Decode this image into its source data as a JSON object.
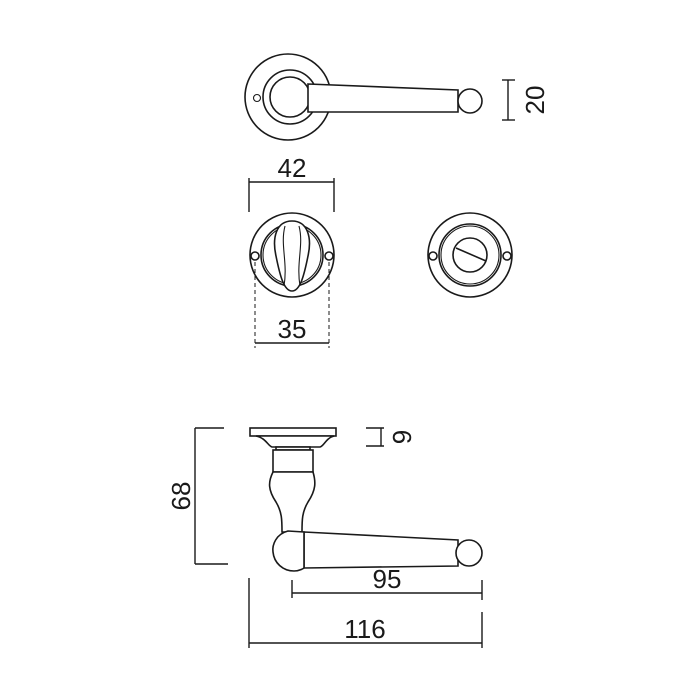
{
  "drawing": {
    "subject": "lever handle on round rose with privacy turn and release",
    "line_color": "#1a1a1a",
    "background": "#ffffff",
    "views": {
      "top_view": {
        "label": "lever top view"
      },
      "turn_front": {
        "label": "thumb turn front view"
      },
      "release_front": {
        "label": "emergency release front view"
      },
      "side_view": {
        "label": "lever side view"
      }
    },
    "dimensions": {
      "lever_height": "20",
      "rose_diameter": "42",
      "fixing_centres": "35",
      "rose_thickness": "9",
      "overall_projection": "68",
      "lever_length": "95",
      "overall_length": "116"
    }
  }
}
